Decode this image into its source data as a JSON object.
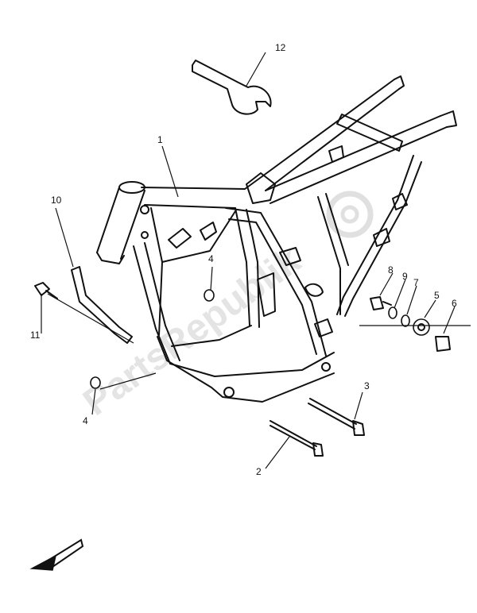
{
  "watermark": {
    "text": "PartsRepublik"
  },
  "callouts": {
    "c1": "1",
    "c2": "2",
    "c3": "3",
    "c4a": "4",
    "c4b": "4",
    "c5": "5",
    "c6": "6",
    "c7": "7",
    "c8": "8",
    "c9": "9",
    "c10": "10",
    "c11": "11",
    "c12": "12"
  },
  "icons": {
    "orientation_arrow": "front-direction-arrow-icon",
    "gear": "gear-icon"
  }
}
